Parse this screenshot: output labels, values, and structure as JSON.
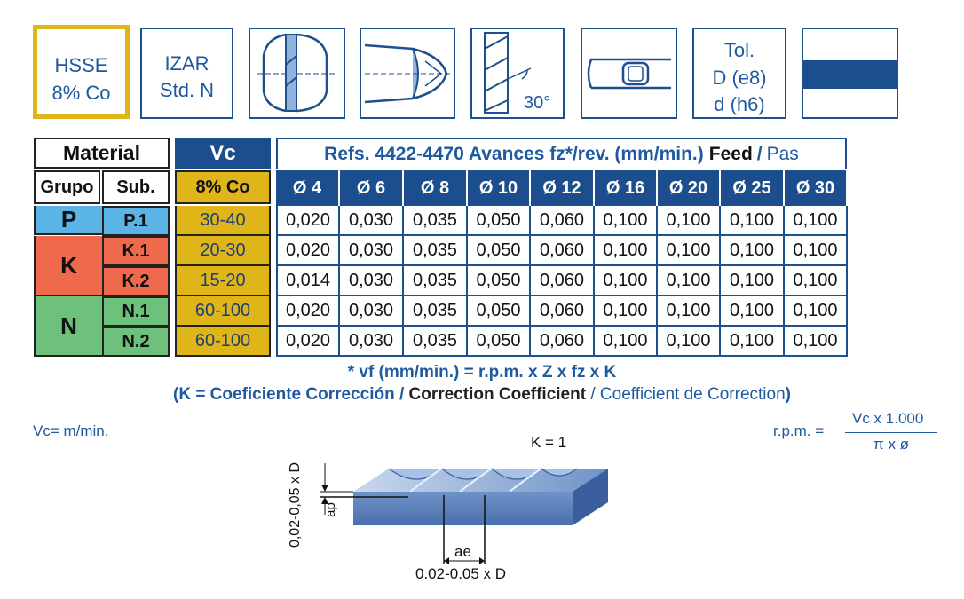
{
  "header_boxes": {
    "hsse": [
      "HSSE",
      "8% Co"
    ],
    "izar": [
      "IZAR",
      "Std. N"
    ],
    "angle": "30°",
    "tol": [
      "Tol.",
      "D (e8)",
      "d (h6)"
    ]
  },
  "table": {
    "material_header": "Material",
    "grupo_header": "Grupo",
    "sub_header": "Sub.",
    "vc_header": "Vc",
    "vc_sub": "8% Co",
    "refs_title": "Refs. 4422-4470 Avances fz*/rev. (mm/min.)",
    "feed_word": "Feed",
    "slash": "/",
    "pas_word": "Pas",
    "diameters": [
      "Ø 4",
      "Ø 6",
      "Ø 8",
      "Ø 10",
      "Ø 12",
      "Ø 16",
      "Ø 20",
      "Ø 25",
      "Ø 30"
    ],
    "groups": [
      {
        "name": "P",
        "color": "#5ab4e6"
      },
      {
        "name": "K",
        "color": "#ef6a4c"
      },
      {
        "name": "N",
        "color": "#6dc17a"
      }
    ],
    "rows": [
      {
        "sub": "P.1",
        "vc": "30-40",
        "values": [
          "0,020",
          "0,030",
          "0,035",
          "0,050",
          "0,060",
          "0,100",
          "0,100",
          "0,100",
          "0,100"
        ]
      },
      {
        "sub": "K.1",
        "vc": "20-30",
        "values": [
          "0,020",
          "0,030",
          "0,035",
          "0,050",
          "0,060",
          "0,100",
          "0,100",
          "0,100",
          "0,100"
        ]
      },
      {
        "sub": "K.2",
        "vc": "15-20",
        "values": [
          "0,014",
          "0,030",
          "0,035",
          "0,050",
          "0,060",
          "0,100",
          "0,100",
          "0,100",
          "0,100"
        ]
      },
      {
        "sub": "N.1",
        "vc": "60-100",
        "values": [
          "0,020",
          "0,030",
          "0,035",
          "0,050",
          "0,060",
          "0,100",
          "0,100",
          "0,100",
          "0,100"
        ]
      },
      {
        "sub": "N.2",
        "vc": "60-100",
        "values": [
          "0,020",
          "0,030",
          "0,035",
          "0,050",
          "0,060",
          "0,100",
          "0,100",
          "0,100",
          "0,100"
        ]
      }
    ]
  },
  "notes": {
    "formula": "* vf (mm/min.) = r.p.m. x Z x fz x K",
    "open_paren": "(",
    "k_es": "K = Coeficiente Corrección",
    "slash": "/",
    "k_en": "Correction Coefficient",
    "k_fr": "Coefficient de Correction",
    "close_paren": ")"
  },
  "vc_unit": "Vc= m/min.",
  "rpm": {
    "label": "r.p.m. =",
    "numerator": "Vc x 1.000",
    "denominator": "π x ø"
  },
  "drawing": {
    "k_value": "K = 1",
    "depth_label": "0,02-0,05 x D",
    "ap_label": "ap",
    "ae_label": "ae",
    "width_label": "0.02-0.05 x D"
  },
  "colors": {
    "blue_dark": "#1e4f8f",
    "blue_text": "#1f5aa0",
    "yellow": "#e0b51a",
    "header_blue": "#1c4e8d"
  }
}
